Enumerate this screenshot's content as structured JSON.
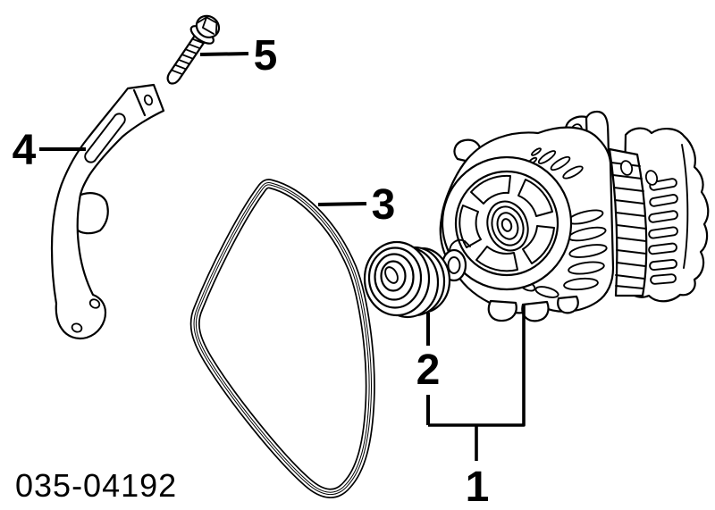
{
  "figure": {
    "code": "035-04192",
    "labels": [
      "1",
      "2",
      "3",
      "4",
      "5"
    ],
    "colors": {
      "line": "#000000",
      "background": "#ffffff"
    }
  }
}
